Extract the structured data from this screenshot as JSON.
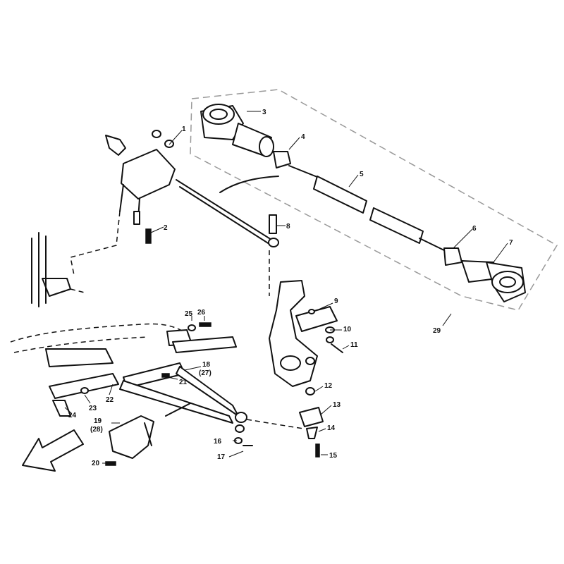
{
  "callouts": [
    {
      "id": "c1",
      "text": "1"
    },
    {
      "id": "c2",
      "text": "2"
    },
    {
      "id": "c3",
      "text": "3"
    },
    {
      "id": "c4",
      "text": "4"
    },
    {
      "id": "c5",
      "text": "5"
    },
    {
      "id": "c6",
      "text": "6"
    },
    {
      "id": "c7",
      "text": "7"
    },
    {
      "id": "c8",
      "text": "8"
    },
    {
      "id": "c9",
      "text": "9"
    },
    {
      "id": "c10",
      "text": "10"
    },
    {
      "id": "c11",
      "text": "11"
    },
    {
      "id": "c12",
      "text": "12"
    },
    {
      "id": "c13",
      "text": "13"
    },
    {
      "id": "c14",
      "text": "14"
    },
    {
      "id": "c15",
      "text": "15"
    },
    {
      "id": "c16",
      "text": "16"
    },
    {
      "id": "c17",
      "text": "17"
    },
    {
      "id": "c18",
      "text": "18"
    },
    {
      "id": "c18b",
      "text": "(27)"
    },
    {
      "id": "c19",
      "text": "19"
    },
    {
      "id": "c19b",
      "text": "(28)"
    },
    {
      "id": "c20",
      "text": "20"
    },
    {
      "id": "c21",
      "text": "21"
    },
    {
      "id": "c22",
      "text": "22"
    },
    {
      "id": "c23",
      "text": "23"
    },
    {
      "id": "c24",
      "text": "24"
    },
    {
      "id": "c25",
      "text": "25"
    },
    {
      "id": "c26",
      "text": "26"
    },
    {
      "id": "c29",
      "text": "29"
    }
  ]
}
